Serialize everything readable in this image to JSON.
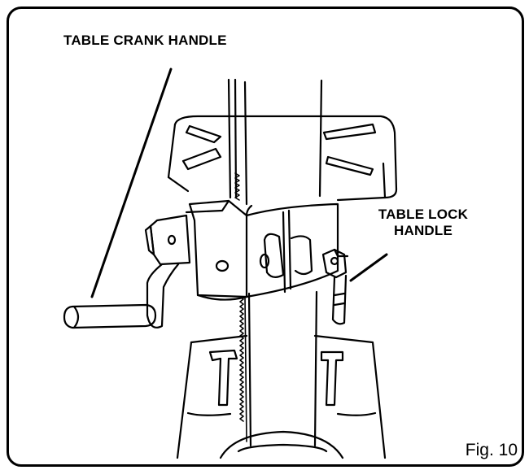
{
  "labels": {
    "crank_handle": "TABLE CRANK HANDLE",
    "lock_handle_line1": "TABLE LOCK",
    "lock_handle_line2": "HANDLE"
  },
  "figure": {
    "label": "Fig.",
    "number": "10"
  }
}
